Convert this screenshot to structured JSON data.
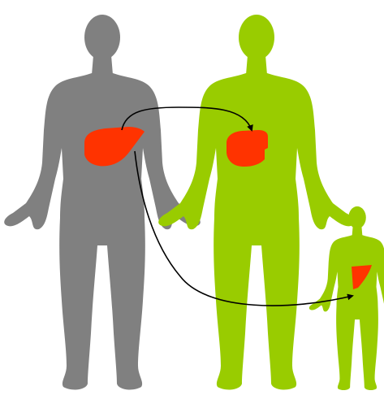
{
  "figures": [
    {
      "id": "donor",
      "role": "donor",
      "color": "#808080"
    },
    {
      "id": "recipient-adult",
      "role": "recipient-adult",
      "color": "#99cc00"
    },
    {
      "id": "recipient-child",
      "role": "recipient-child",
      "color": "#99cc00"
    }
  ],
  "organs": [
    {
      "id": "donor-liver",
      "kind": "whole-liver",
      "color": "#ff3300"
    },
    {
      "id": "adult-liver-segment",
      "kind": "liver-segment",
      "color": "#ff3300"
    },
    {
      "id": "child-liver-segment",
      "kind": "liver-segment",
      "color": "#ff3300"
    }
  ],
  "arrows": [
    {
      "from": "donor-liver",
      "to": "adult-liver-segment",
      "color": "#000000"
    },
    {
      "from": "donor-liver",
      "to": "child-liver-segment",
      "color": "#000000"
    }
  ],
  "icons": [
    "human-silhouette-icon",
    "liver-icon",
    "arrowhead-icon"
  ]
}
